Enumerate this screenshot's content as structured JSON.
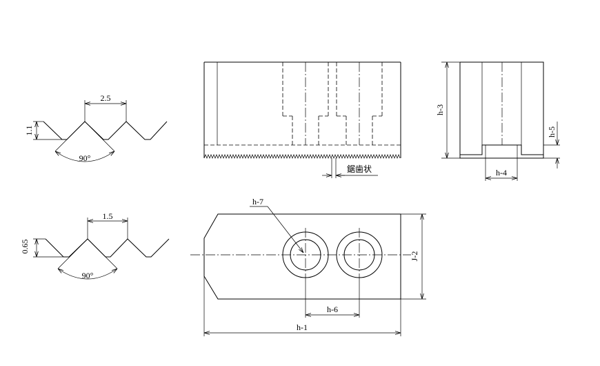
{
  "profile_top": {
    "pitch": "2.5",
    "height": "1.1",
    "angle": "90°"
  },
  "profile_bottom": {
    "pitch": "1.5",
    "height": "0.65",
    "angle": "90°"
  },
  "front_view": {
    "serration_note": "鋸歯状"
  },
  "side_view": {
    "height_label": "h-3",
    "slot_width_label": "h-4",
    "slot_depth_label": "h-5"
  },
  "plan_view": {
    "bore_label": "h-7",
    "hole_spacing_label": "h-6",
    "length_label": "h-1",
    "width_label": "J-2"
  }
}
